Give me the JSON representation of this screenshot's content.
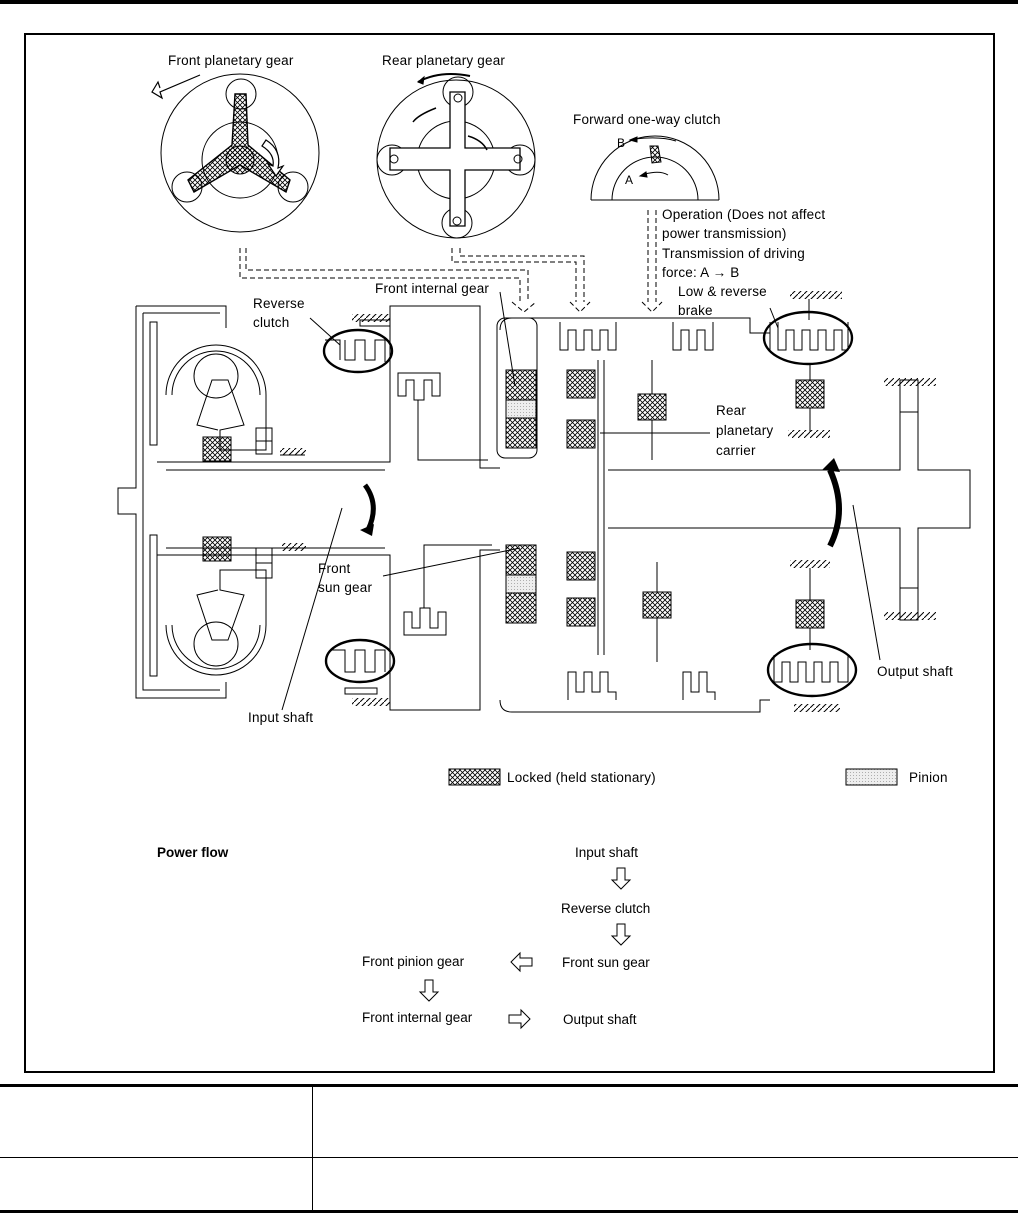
{
  "diagram": {
    "labels": {
      "front_planetary_gear": "Front  planetary  gear",
      "rear_planetary_gear": "Rear  planetary  gear",
      "forward_one_way_clutch": "Forward  one-way  clutch",
      "clutch_letter_a": "A",
      "clutch_letter_b": "B",
      "operation_line1": "Operation  (Does  not  affect",
      "operation_line2": "power  transmission)",
      "operation_line3": "Transmission  of  driving",
      "operation_line4": "force:  A → B",
      "low_reverse_line1": "Low  &  reverse",
      "low_reverse_line2": "brake",
      "reverse_clutch_line1": "Reverse",
      "reverse_clutch_line2": "clutch",
      "front_internal_gear": "Front  internal  gear",
      "rear_planetary_carrier_line1": "Rear",
      "rear_planetary_carrier_line2": "planetary",
      "rear_planetary_carrier_line3": "carrier",
      "front_sun_gear_line1": "Front",
      "front_sun_gear_line2": "sun  gear",
      "input_shaft": "Input  shaft",
      "output_shaft": "Output  shaft"
    },
    "legend": {
      "locked": "Locked  (held  stationary)",
      "pinion": "Pinion"
    }
  },
  "power_flow": {
    "title": "Power flow",
    "steps": {
      "input_shaft": "Input shaft",
      "reverse_clutch": "Reverse clutch",
      "front_sun_gear": "Front sun gear",
      "front_pinion_gear": "Front pinion gear",
      "front_internal_gear": "Front internal gear",
      "output_shaft": "Output shaft"
    }
  },
  "table": {
    "rows": [
      {
        "col1": "",
        "col2": ""
      },
      {
        "col1": "",
        "col2": ""
      }
    ]
  }
}
